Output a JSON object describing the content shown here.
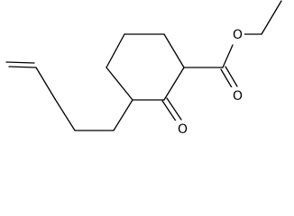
{
  "atoms": {
    "ester_oxygen": "O",
    "carbonyl_oxygen_ester": "O",
    "ketone_oxygen": "O"
  },
  "colors": {
    "bond": "#000000",
    "background": "#ffffff"
  }
}
